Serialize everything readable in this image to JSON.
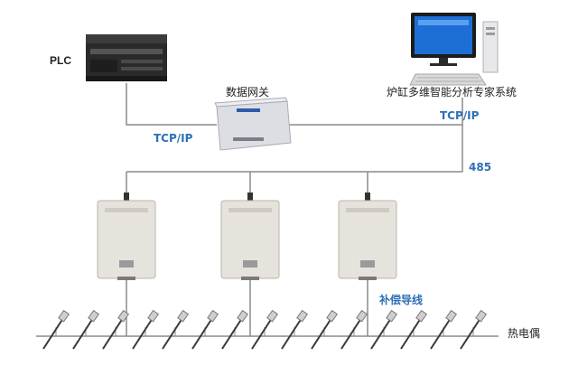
{
  "labels": {
    "plc": "PLC",
    "gateway": "数据网关",
    "expert_system": "炉缸多维智能分析专家系统",
    "tcpip_left": "TCP/IP",
    "tcpip_right": "TCP/IP",
    "bus_485": "485",
    "compensation_wire": "补偿导线",
    "thermocouple": "热电偶"
  },
  "colors": {
    "line": "#8a8a8a",
    "accent": "#2f6fb5",
    "box_fill": "#e6e3dc",
    "box_edge": "#b9b5ad"
  },
  "diagram": {
    "collector_count": 3,
    "thermocouple_count": 15
  }
}
